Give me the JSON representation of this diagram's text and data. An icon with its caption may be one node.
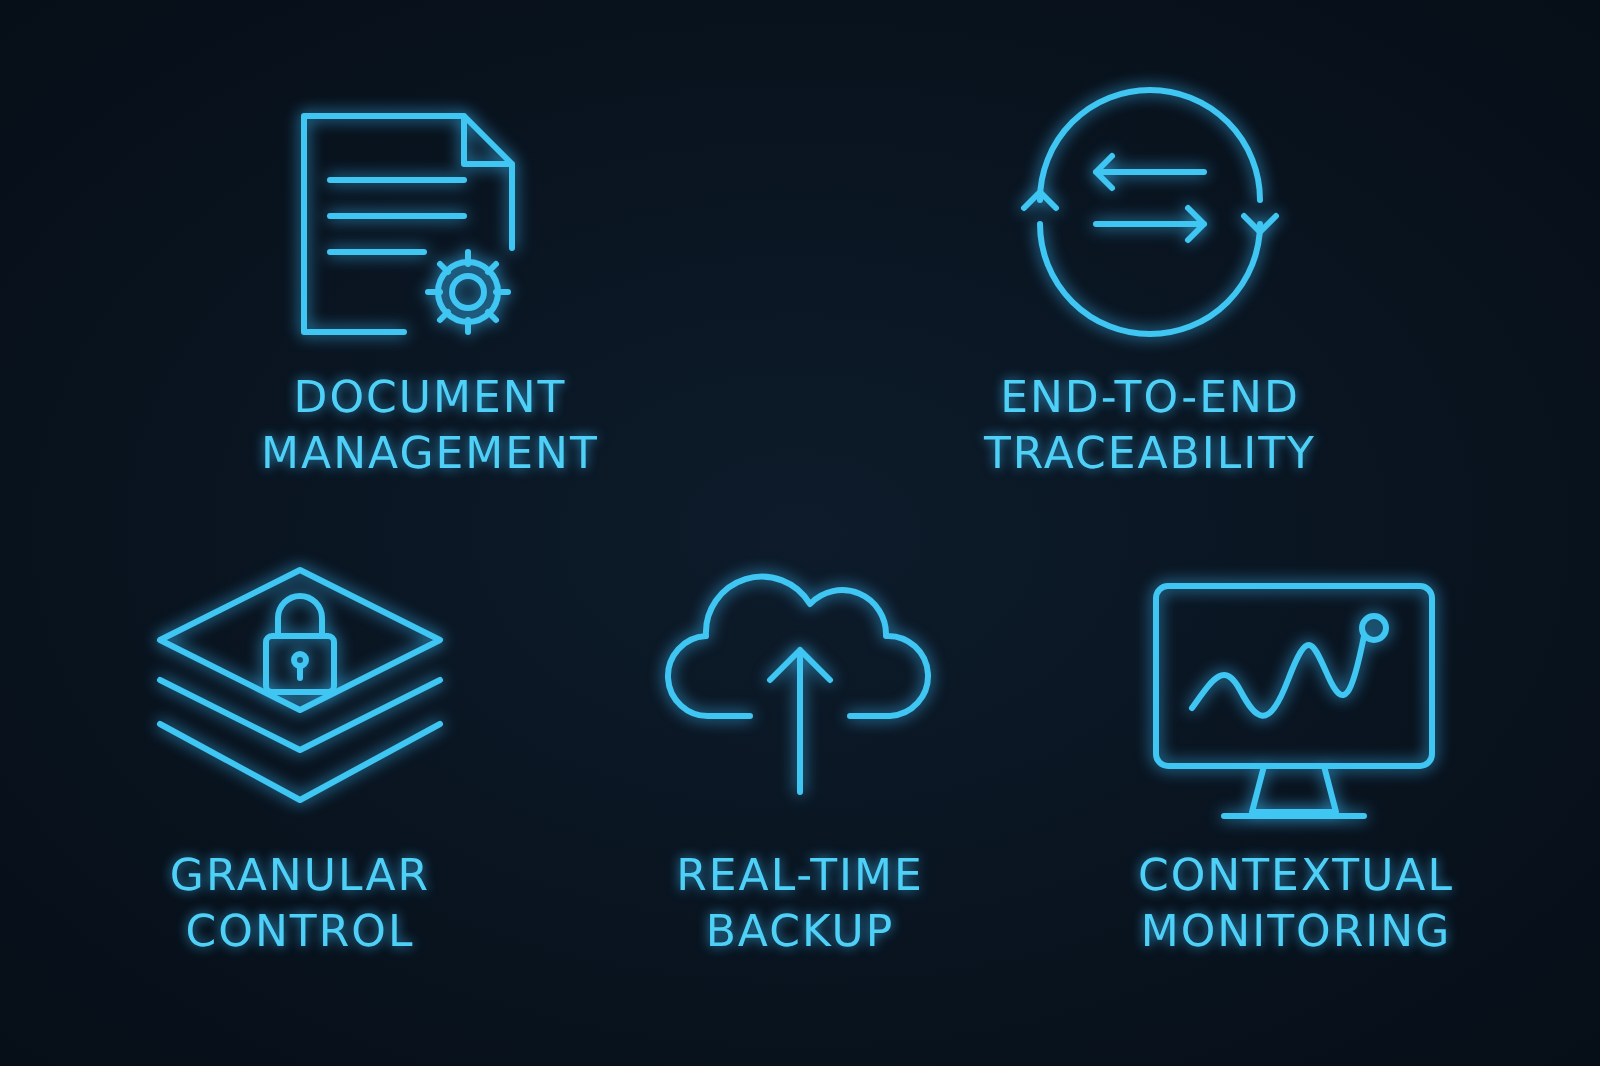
{
  "diagram": {
    "labels": [
      "DOCUMENT MANAGEMENT",
      "END-TO-END TRACEABILITY",
      "GRANULAR CONTROL",
      "REAL-TIME BACKUP",
      "CONTEXTUAL MONITORING"
    ]
  }
}
